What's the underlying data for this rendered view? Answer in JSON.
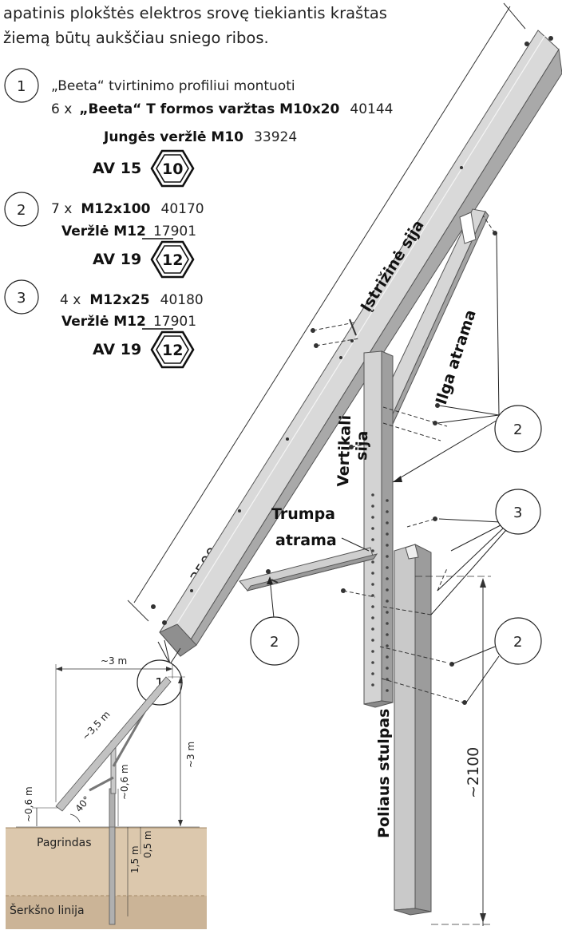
{
  "header": {
    "line1": "apatinis plokštės elektros srovę tiekiantis kraštas",
    "line2": "žiemą būtų aukščiau sniego ribos."
  },
  "legend": {
    "step1": {
      "number": "1",
      "line1": "„Beeta“ tvirtinimo profiliui montuoti",
      "line2_qty": "6 x",
      "line2_item": "„Beeta“ T formos varžtas M10x20",
      "line2_code": "40144",
      "line3_item": "Jungės veržlė M10",
      "line3_code": "33924",
      "tool_label": "AV 15",
      "tool_size": "10"
    },
    "step2": {
      "number": "2",
      "line1_qty": "7 x",
      "line1_item": "M12x100",
      "line1_code": "40170",
      "line2_item": "Veržlė  M12",
      "line2_code": "17901",
      "tool_label": "AV 19",
      "tool_size": "12"
    },
    "step3": {
      "number": "3",
      "line1_qty": "4 x",
      "line1_item": "M12x25",
      "line1_code": "40180",
      "line2_item": "Veržlė  M12",
      "line2_code": "17901",
      "tool_label": "AV 19",
      "tool_size": "12"
    }
  },
  "parts": {
    "diagonal_beam": "Įstrižinė sija",
    "long_brace": "Ilga atrama",
    "vertical_beam_1": "Vertikali",
    "vertical_beam_2": "sija",
    "short_brace_1": "Trumpa",
    "short_brace_2": "atrama",
    "pole": "Poliaus stulpas"
  },
  "callouts": {
    "c1": "1",
    "c2a": "2",
    "c2b": "2",
    "c2c": "2",
    "c3": "3"
  },
  "dimensions": {
    "diagonal": "~3500",
    "pole": "~2100"
  },
  "inset": {
    "width": "~3 m",
    "diagonal": "~3,5 m",
    "height_total": "~3 m",
    "left_clearance": "~0,6 m",
    "mid_clearance": "~0,6 m",
    "angle": "40°",
    "depth_1": "1,5 m",
    "depth_2": "0,5 m",
    "ground": "Pagrindas",
    "frost": "Šerkšno linija"
  },
  "colors": {
    "steel_light": "#dcdcdc",
    "steel_mid": "#bdbdbd",
    "steel_dark": "#8e8e8e",
    "soil": "#dcc8ad",
    "soil_dark": "#c4ab8a"
  }
}
